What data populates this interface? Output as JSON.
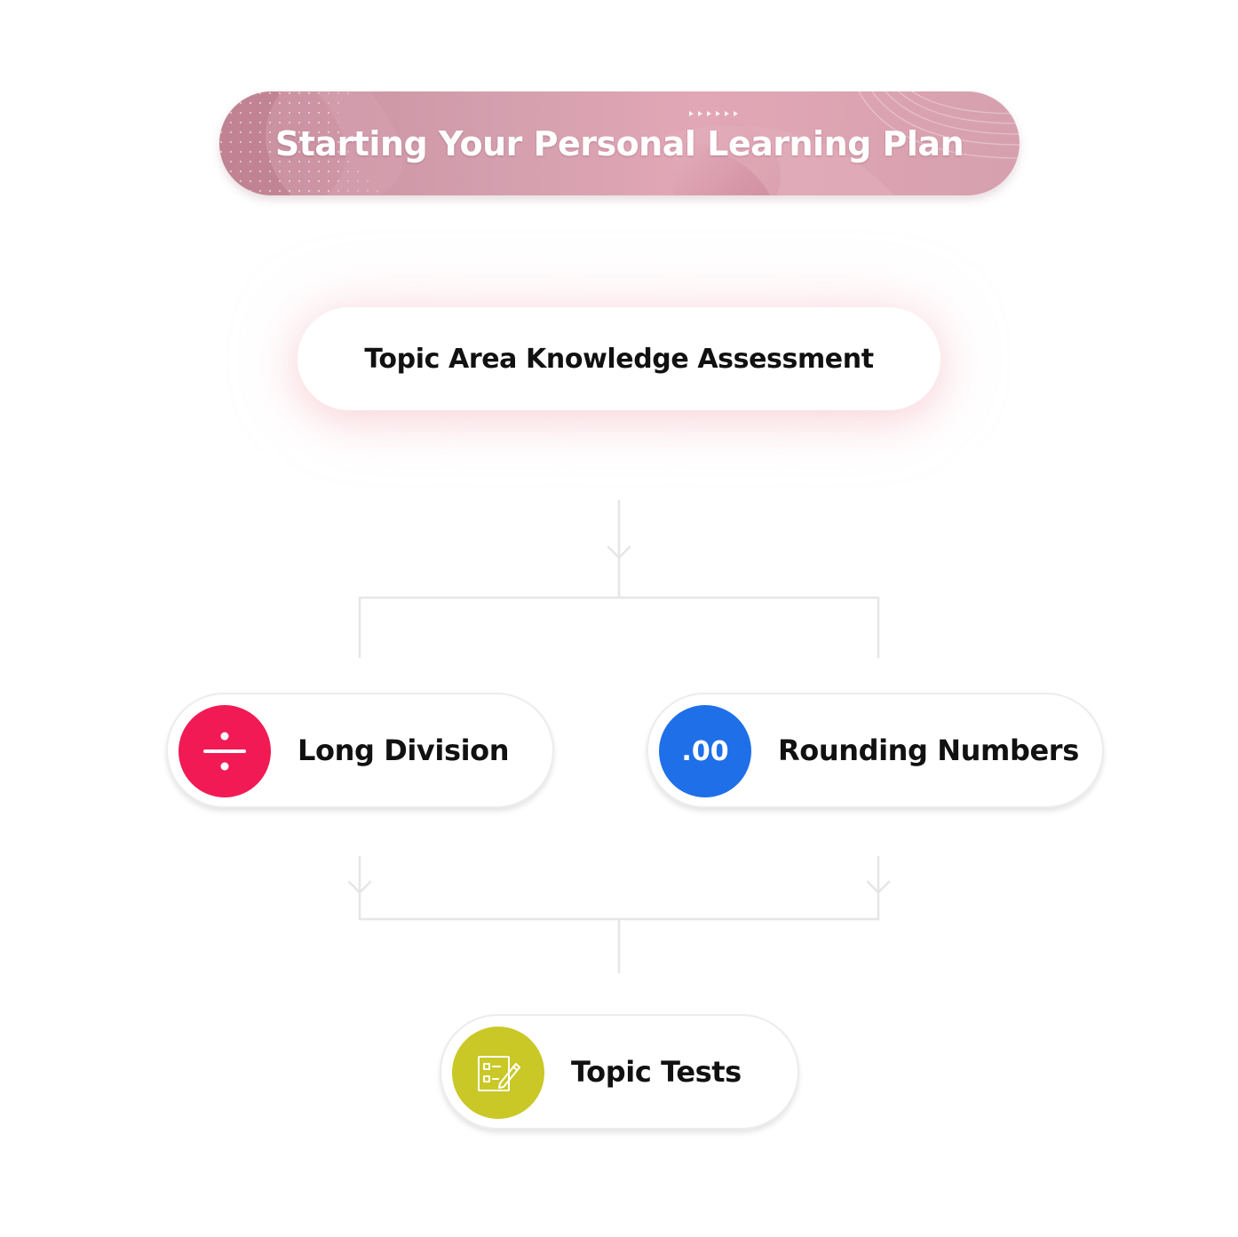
{
  "banner": {
    "title": "Starting Your Personal Learning Plan"
  },
  "assessment": {
    "label": "Topic Area Knowledge Assessment"
  },
  "topics": [
    {
      "label": "Long Division",
      "icon": "divide-icon",
      "icon_color": "#f21a55"
    },
    {
      "label": "Rounding Numbers",
      "icon": "decimal-icon",
      "icon_text": ".00",
      "icon_color": "#1f6fe8"
    }
  ],
  "final": {
    "label": "Topic Tests",
    "icon": "checklist-edit-icon",
    "icon_color": "#c9c827"
  },
  "colors": {
    "connector": "#e6e6e6",
    "banner_pink": "#d49fae"
  }
}
